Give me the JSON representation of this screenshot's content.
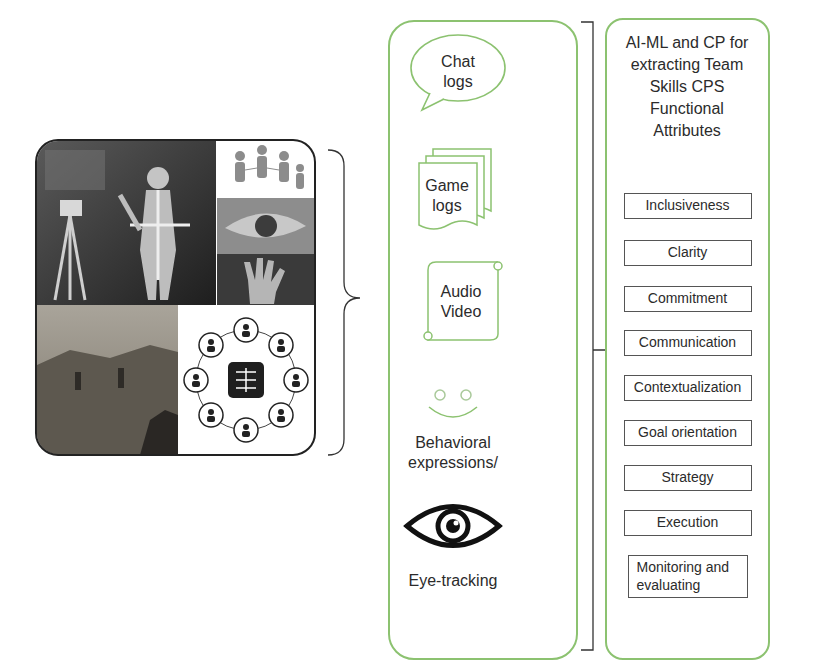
{
  "diagram": {
    "nodes": [
      {
        "text": []
      },
      {
        "text": [
          "Chat logs"
        ],
        "in": 0
      },
      {
        "text": [
          "Game logs"
        ],
        "in": 0
      },
      {
        "text": [
          "Audio Video"
        ],
        "in": 0
      },
      {
        "text": [
          "Behavioral expressions/"
        ],
        "in": 0
      },
      {
        "text": [
          "Eye-tracking"
        ],
        "in": 0
      },
      {
        "text": [
          "AI-ML and CP for extracting Team Skills CPS Functional Attributes"
        ]
      },
      {
        "text": [
          "Inclusiveness"
        ],
        "in": 6
      },
      {
        "text": [
          "Clarity"
        ],
        "in": 6
      },
      {
        "text": [
          "Commitment"
        ],
        "in": 6
      },
      {
        "text": [
          "Communication"
        ],
        "in": 6
      },
      {
        "text": [
          "Contextualization"
        ],
        "in": 6
      },
      {
        "text": [
          "Goal orientation"
        ],
        "in": 6
      },
      {
        "text": [
          "Strategy"
        ],
        "in": 6
      },
      {
        "text": [
          "Execution"
        ],
        "in": 6
      },
      {
        "text": [
          "Monitoring and evaluating"
        ],
        "in": 6
      }
    ]
  }
}
